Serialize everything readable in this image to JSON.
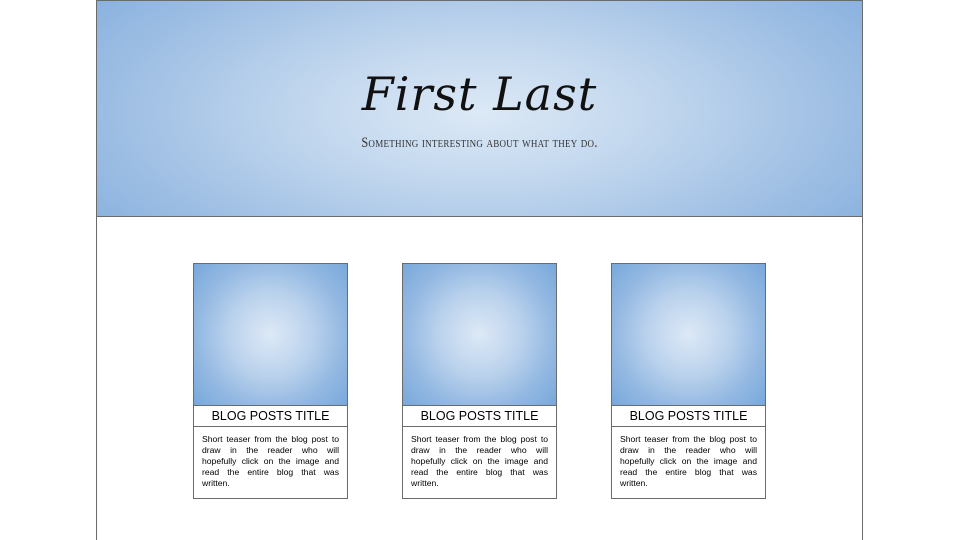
{
  "hero": {
    "name": "First Last",
    "tagline": "Something interesting about what they do."
  },
  "posts": [
    {
      "title": "BLOG POSTS TITLE",
      "teaser": "Short teaser from the blog post to draw in the reader who will hopefully click on the image and read the entire blog that was written."
    },
    {
      "title": "BLOG POSTS TITLE",
      "teaser": "Short teaser from the blog post to draw in the reader who will hopefully click on the image and read the entire blog that was written."
    },
    {
      "title": "BLOG POSTS TITLE",
      "teaser": "Short teaser from the blog post to draw in the reader who will hopefully click on the image and read the entire blog that was written."
    }
  ],
  "colors": {
    "hero_center": "#dce9f6",
    "hero_edge": "#77a7da",
    "border": "#6b6b6b"
  }
}
